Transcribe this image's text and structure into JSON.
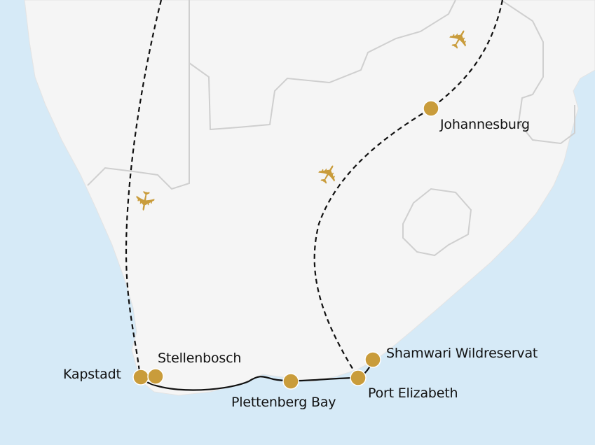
{
  "colors": {
    "sea": "#d6eaf7",
    "land": "#f5f5f5",
    "border": "#cfcfcf",
    "marker": "#c99c3b",
    "route": "#111111"
  },
  "cities": [
    {
      "name": "Kapstadt"
    },
    {
      "name": "Stellenbosch"
    },
    {
      "name": "Plettenberg Bay"
    },
    {
      "name": "Port Elizabeth"
    },
    {
      "name": "Shamwari Wildreservat"
    },
    {
      "name": "Johannesburg"
    }
  ],
  "icons": {
    "plane": "✈"
  }
}
